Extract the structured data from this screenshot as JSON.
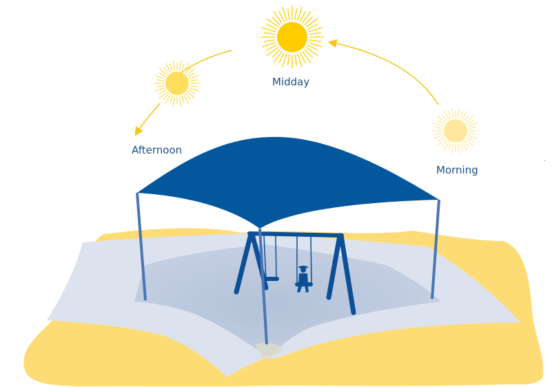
{
  "labels": {
    "midday": "Midday",
    "afternoon": "Afternoon",
    "morning": "Morning"
  },
  "colors": {
    "label_text": "#1b4f8a",
    "canopy": "#03579c",
    "poles": "#4a74b4",
    "swing_frame": "#0b4f96",
    "sand": "#fddc75",
    "shade_light": "#dde2ef",
    "shade_dark": "#b8c6da",
    "arrow": "#f5c518",
    "sun_bright": "#ffcc00",
    "sun_medium": "#ffde5e",
    "sun_pale": "#ffe89e"
  },
  "icons": {
    "sun": "sun-icon",
    "arrow": "curved-arrow-icon",
    "child": "child-on-swing-icon"
  }
}
